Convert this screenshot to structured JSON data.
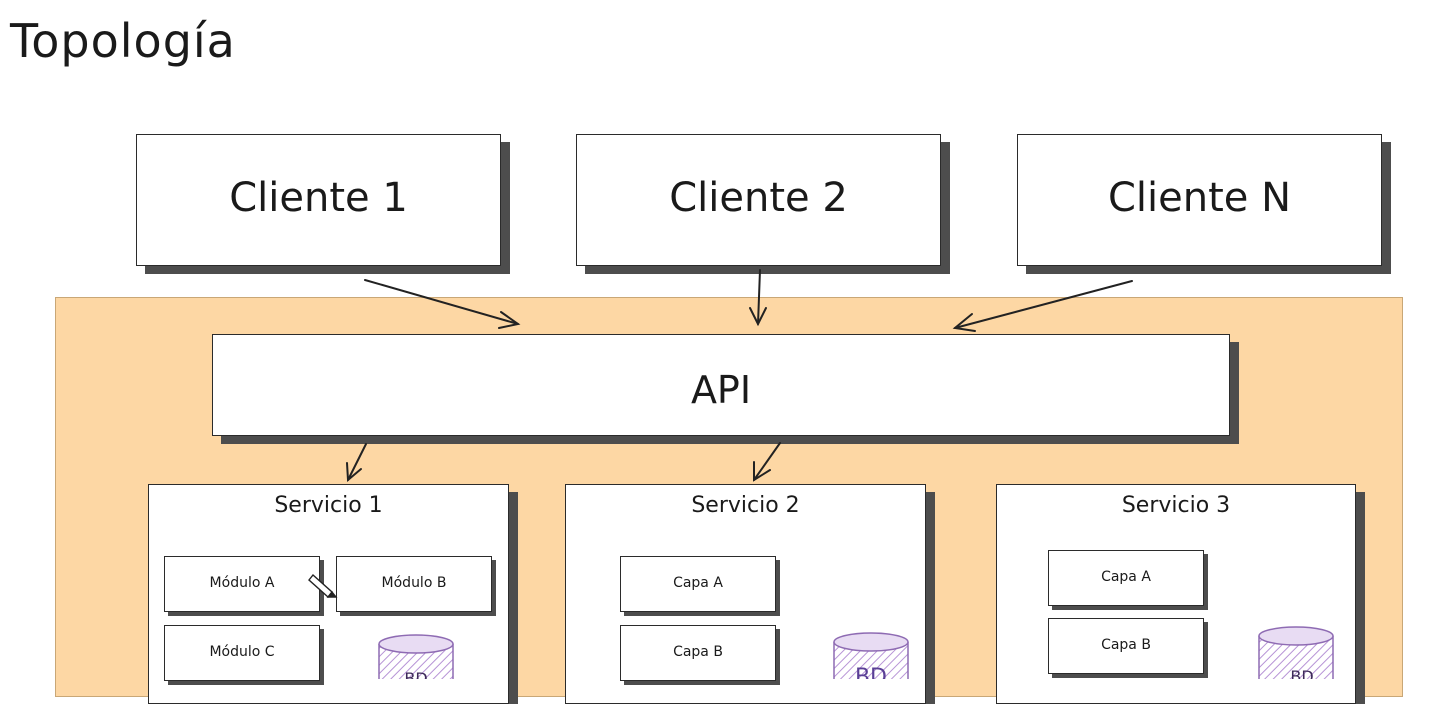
{
  "title": "Topología",
  "clients": [
    {
      "label": "Cliente 1"
    },
    {
      "label": "Cliente 2"
    },
    {
      "label": "Cliente N"
    }
  ],
  "api": {
    "label": "API"
  },
  "services": [
    {
      "label": "Servicio 1",
      "items": [
        "Módulo A",
        "Módulo B",
        "Módulo C"
      ],
      "db": "BD"
    },
    {
      "label": "Servicio 2",
      "items": [
        "Capa A",
        "Capa B"
      ],
      "db": "BD"
    },
    {
      "label": "Servicio 3",
      "items": [
        "Capa A",
        "Capa B"
      ],
      "db": "BD"
    }
  ],
  "colors": {
    "region": "#fdd7a4",
    "database": "#b794d6",
    "shadow": "#4d4d4d"
  },
  "icons": [
    "pencil-cursor-icon",
    "database-icon"
  ]
}
